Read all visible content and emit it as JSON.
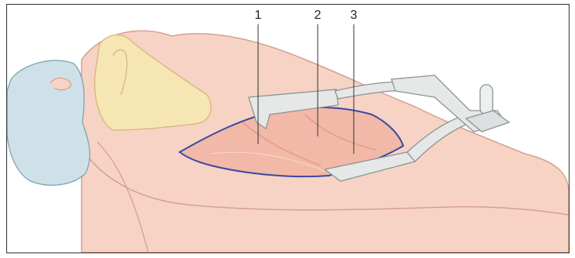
{
  "figure": {
    "callouts": [
      {
        "label": "1"
      },
      {
        "label": "2"
      },
      {
        "label": "3"
      }
    ]
  },
  "colors": {
    "skin": "#f6d3c5",
    "skin_outline": "#d7a08e",
    "cartilage": "#f5e6b4",
    "hair_cap": "#cfe1e8",
    "incision_outline": "#3a4aa0",
    "wound": "#f2b8a8",
    "retractor": "#e6e8e8",
    "retractor_outline": "#8c9494",
    "leader_line": "#333333"
  }
}
